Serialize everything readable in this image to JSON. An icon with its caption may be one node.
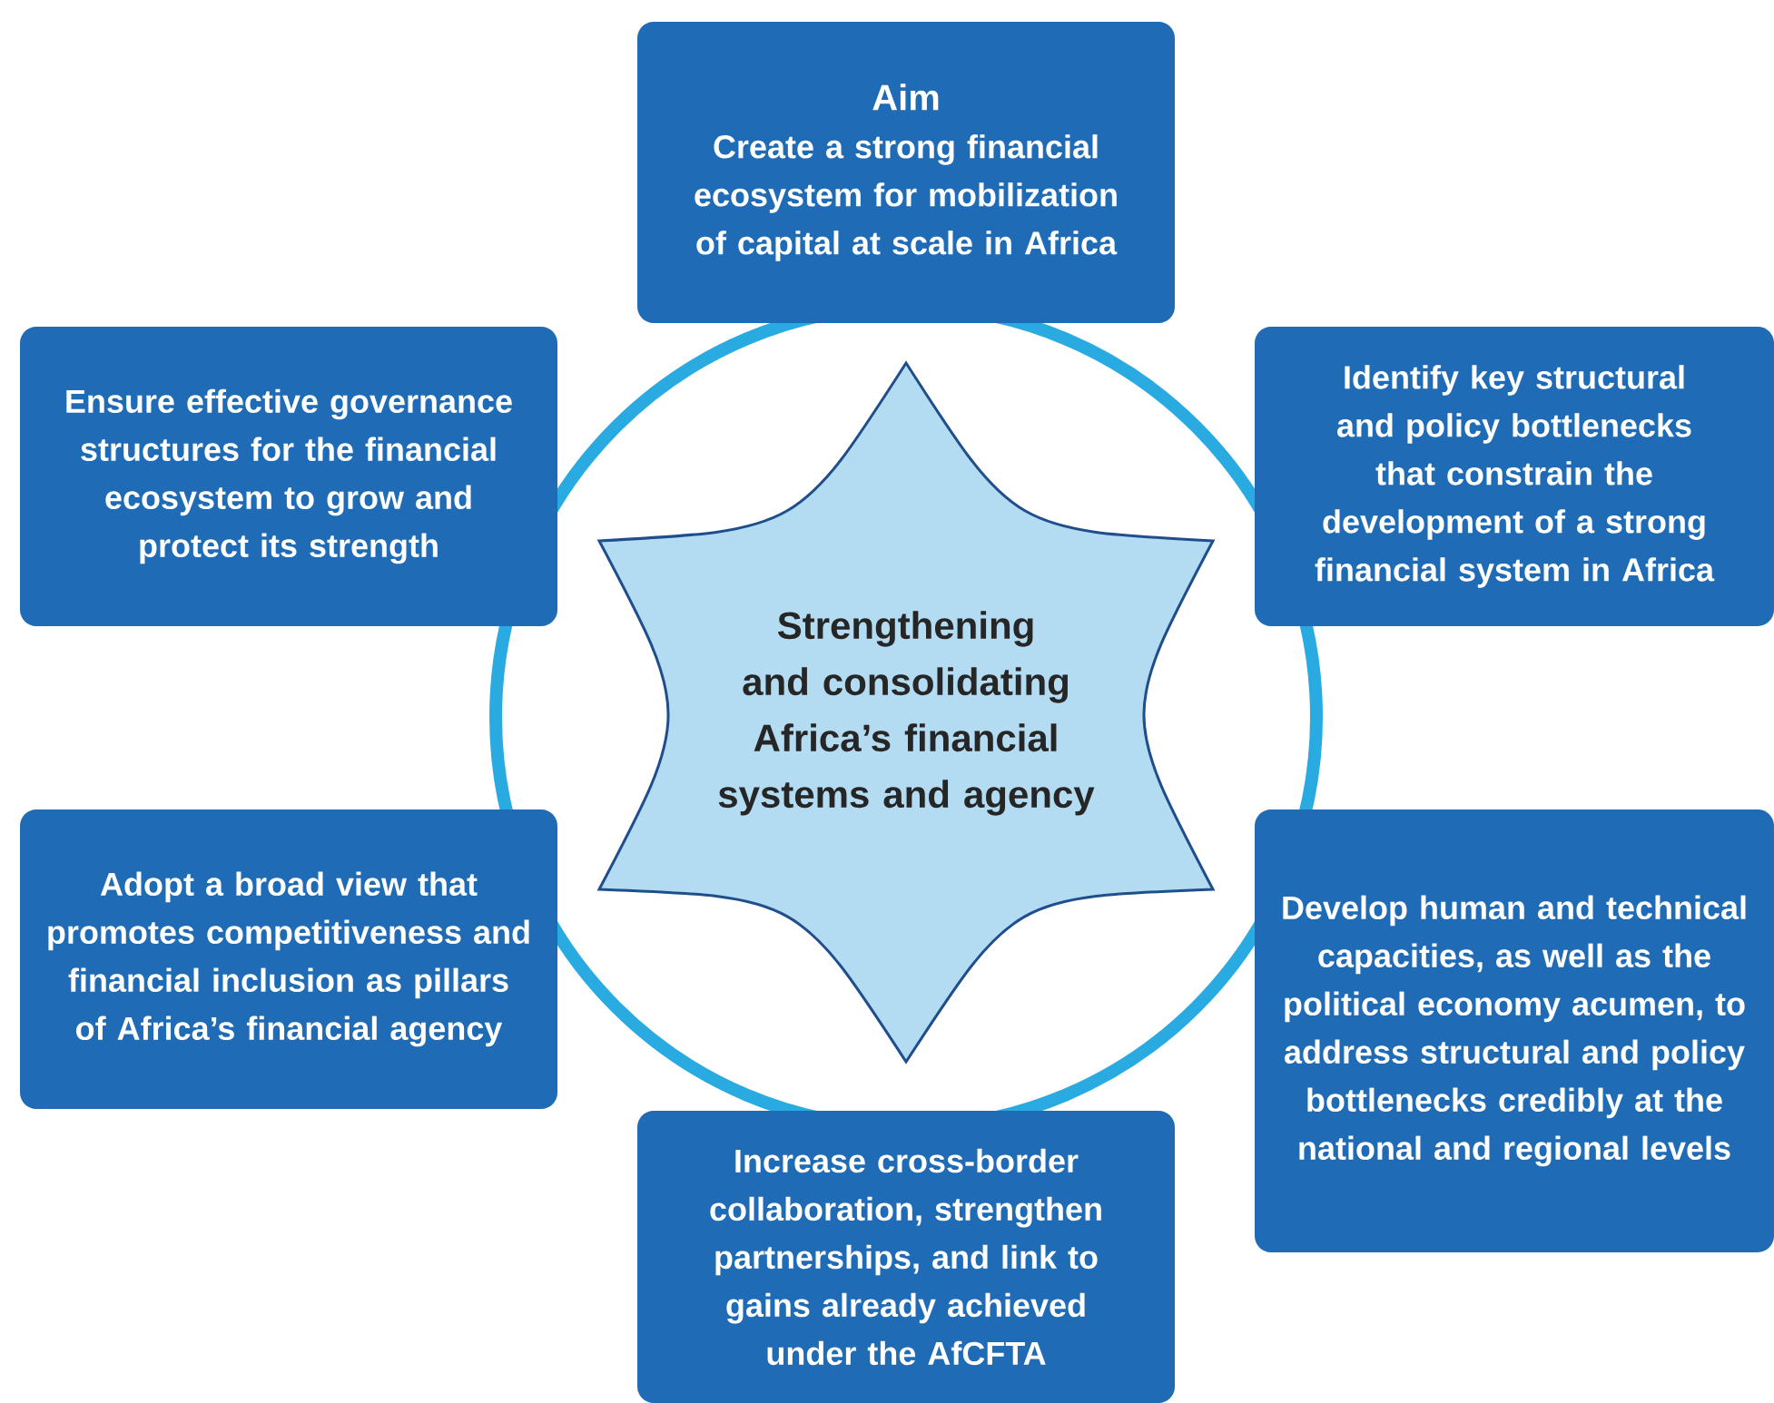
{
  "diagram": {
    "nodes": [
      {
        "text": [
          "Aim",
          "Create a strong financial ecosystem for mobilization of capital at scale in Africa"
        ]
      },
      {
        "text": [
          "Ensure effective governance structures for the financial ecosystem to grow and protect its strength"
        ]
      },
      {
        "text": [
          "Identify key structural and policy bottlenecks that constrain the development of a strong financial system in Africa"
        ]
      },
      {
        "text": [
          "Strengthening and consolidating Africa’s financial systems and agency"
        ]
      },
      {
        "text": [
          "Adopt a broad view that promotes competitiveness and financial inclusion as pillars of Africa’s financial agency"
        ]
      },
      {
        "text": [
          "Develop human and technical capacities, as well as the political economy acumen, to address structural and policy bottlenecks credibly at the national and regional levels"
        ]
      },
      {
        "text": [
          "Increase cross-border collaboration, strengthen partnerships, and link to gains already achieved under the AfCFTA"
        ]
      }
    ]
  }
}
